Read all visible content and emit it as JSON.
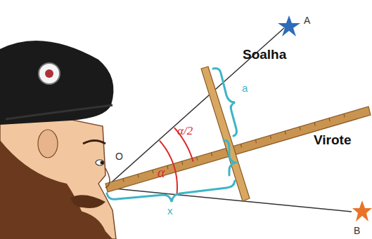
{
  "diagram": {
    "labels": [
      "A",
      "B",
      "O",
      "α",
      "α/2",
      "a",
      "x",
      "Soalha",
      "Virote"
    ]
  }
}
